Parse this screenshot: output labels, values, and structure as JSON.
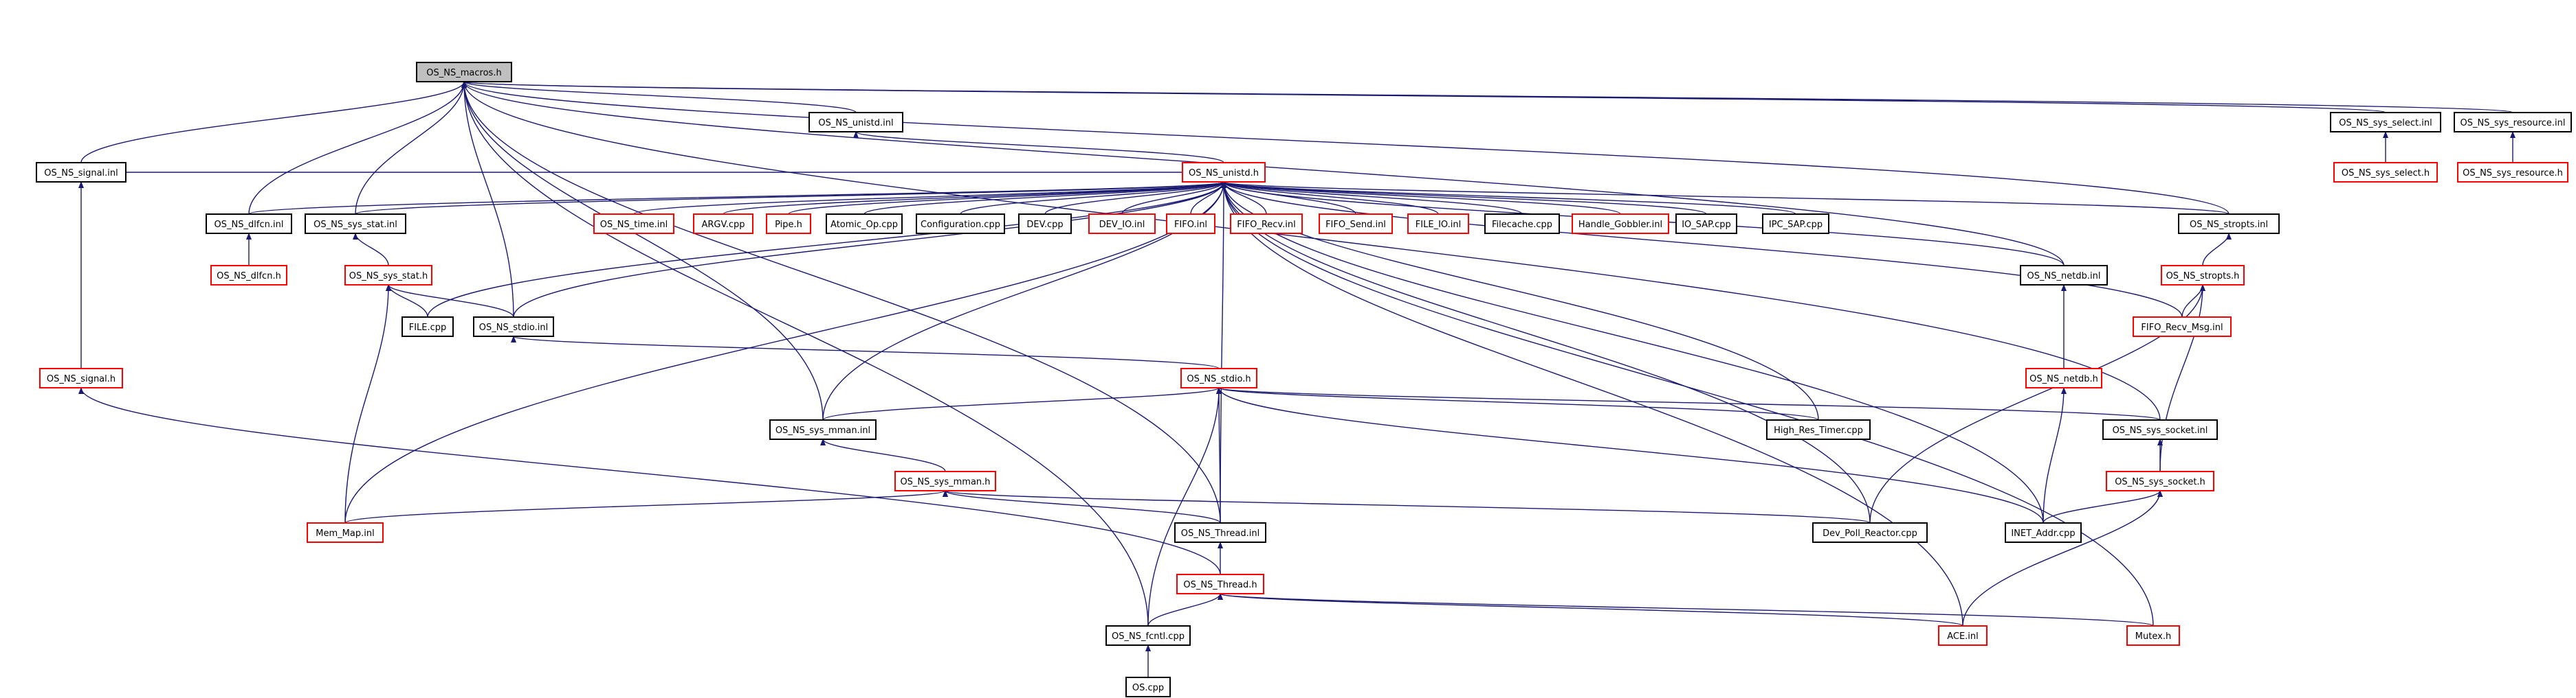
{
  "colors": {
    "edge": "#191970",
    "arrow": "#191970",
    "node_border_black": "#000000",
    "node_border_red": "#ff0000",
    "root_fill": "#bfbfbf",
    "node_fill": "#ffffff"
  },
  "nodes": [
    {
      "id": "macros",
      "label": "OS_NS_macros.h",
      "border": "black",
      "highlight": true
    },
    {
      "id": "unistd_inl_top",
      "label": "OS_NS_unistd.inl",
      "border": "black"
    },
    {
      "id": "sys_select_inl",
      "label": "OS_NS_sys_select.inl",
      "border": "black"
    },
    {
      "id": "sys_resource_inl",
      "label": "OS_NS_sys_resource.inl",
      "border": "black"
    },
    {
      "id": "sys_select_h",
      "label": "OS_NS_sys_select.h",
      "border": "red"
    },
    {
      "id": "sys_resource_h",
      "label": "OS_NS_sys_resource.h",
      "border": "red"
    },
    {
      "id": "signal_inl",
      "label": "OS_NS_signal.inl",
      "border": "black"
    },
    {
      "id": "unistd_h",
      "label": "OS_NS_unistd.h",
      "border": "red"
    },
    {
      "id": "dlfcn_inl",
      "label": "OS_NS_dlfcn.inl",
      "border": "black"
    },
    {
      "id": "sys_stat_inl",
      "label": "OS_NS_sys_stat.inl",
      "border": "black"
    },
    {
      "id": "time_inl",
      "label": "OS_NS_time.inl",
      "border": "red"
    },
    {
      "id": "argv",
      "label": "ARGV.cpp",
      "border": "red"
    },
    {
      "id": "pipe",
      "label": "Pipe.h",
      "border": "red"
    },
    {
      "id": "atomic",
      "label": "Atomic_Op.cpp",
      "border": "black"
    },
    {
      "id": "config",
      "label": "Configuration.cpp",
      "border": "black"
    },
    {
      "id": "dev",
      "label": "DEV.cpp",
      "border": "black"
    },
    {
      "id": "dev_io",
      "label": "DEV_IO.inl",
      "border": "red"
    },
    {
      "id": "fifo",
      "label": "FIFO.inl",
      "border": "red"
    },
    {
      "id": "fifo_recv",
      "label": "FIFO_Recv.inl",
      "border": "red"
    },
    {
      "id": "fifo_send",
      "label": "FIFO_Send.inl",
      "border": "red"
    },
    {
      "id": "file_io",
      "label": "FILE_IO.inl",
      "border": "red"
    },
    {
      "id": "filecache",
      "label": "Filecache.cpp",
      "border": "black"
    },
    {
      "id": "handle_gobbler",
      "label": "Handle_Gobbler.inl",
      "border": "red"
    },
    {
      "id": "io_sap",
      "label": "IO_SAP.cpp",
      "border": "black"
    },
    {
      "id": "ipc_sap",
      "label": "IPC_SAP.cpp",
      "border": "black"
    },
    {
      "id": "stropts_inl",
      "label": "OS_NS_stropts.inl",
      "border": "black"
    },
    {
      "id": "dlfcn_h",
      "label": "OS_NS_dlfcn.h",
      "border": "red"
    },
    {
      "id": "sys_stat_h",
      "label": "OS_NS_sys_stat.h",
      "border": "red"
    },
    {
      "id": "netdb_inl",
      "label": "OS_NS_netdb.inl",
      "border": "black"
    },
    {
      "id": "stropts_h",
      "label": "OS_NS_stropts.h",
      "border": "red"
    },
    {
      "id": "file_cpp",
      "label": "FILE.cpp",
      "border": "black"
    },
    {
      "id": "stdio_inl",
      "label": "OS_NS_stdio.inl",
      "border": "black"
    },
    {
      "id": "fifo_recv_msg",
      "label": "FIFO_Recv_Msg.inl",
      "border": "red"
    },
    {
      "id": "signal_h",
      "label": "OS_NS_signal.h",
      "border": "red"
    },
    {
      "id": "stdio_h",
      "label": "OS_NS_stdio.h",
      "border": "red"
    },
    {
      "id": "netdb_h",
      "label": "OS_NS_netdb.h",
      "border": "red"
    },
    {
      "id": "sys_mman_inl",
      "label": "OS_NS_sys_mman.inl",
      "border": "black"
    },
    {
      "id": "high_res",
      "label": "High_Res_Timer.cpp",
      "border": "black"
    },
    {
      "id": "sys_socket_inl",
      "label": "OS_NS_sys_socket.inl",
      "border": "black"
    },
    {
      "id": "sys_mman_h",
      "label": "OS_NS_sys_mman.h",
      "border": "red"
    },
    {
      "id": "sys_socket_h",
      "label": "OS_NS_sys_socket.h",
      "border": "red"
    },
    {
      "id": "mem_map",
      "label": "Mem_Map.inl",
      "border": "red"
    },
    {
      "id": "thread_inl",
      "label": "OS_NS_Thread.inl",
      "border": "black"
    },
    {
      "id": "dev_poll",
      "label": "Dev_Poll_Reactor.cpp",
      "border": "black"
    },
    {
      "id": "inet_addr",
      "label": "INET_Addr.cpp",
      "border": "black"
    },
    {
      "id": "thread_h",
      "label": "OS_NS_Thread.h",
      "border": "red"
    },
    {
      "id": "fcntl_cpp",
      "label": "OS_NS_fcntl.cpp",
      "border": "black"
    },
    {
      "id": "ace_inl",
      "label": "ACE.inl",
      "border": "red"
    },
    {
      "id": "mutex_h",
      "label": "Mutex.h",
      "border": "red"
    },
    {
      "id": "os_cpp",
      "label": "OS.cpp",
      "border": "black"
    }
  ],
  "edges": [
    [
      "unistd_inl_top",
      "macros"
    ],
    [
      "sys_select_inl",
      "macros"
    ],
    [
      "sys_resource_inl",
      "macros"
    ],
    [
      "signal_inl",
      "macros"
    ],
    [
      "dlfcn_inl",
      "macros"
    ],
    [
      "sys_stat_inl",
      "macros"
    ],
    [
      "stdio_inl",
      "macros"
    ],
    [
      "sys_mman_inl",
      "macros"
    ],
    [
      "thread_inl",
      "macros"
    ],
    [
      "fcntl_cpp",
      "macros"
    ],
    [
      "stropts_inl",
      "macros"
    ],
    [
      "netdb_inl",
      "macros"
    ],
    [
      "sys_socket_inl",
      "macros"
    ],
    [
      "unistd_h",
      "unistd_inl_top"
    ],
    [
      "sys_select_h",
      "sys_select_inl"
    ],
    [
      "sys_resource_h",
      "sys_resource_inl"
    ],
    [
      "signal_h",
      "signal_inl"
    ],
    [
      "dlfcn_h",
      "dlfcn_inl"
    ],
    [
      "sys_stat_h",
      "sys_stat_inl"
    ],
    [
      "time_inl",
      "unistd_h"
    ],
    [
      "argv",
      "unistd_h"
    ],
    [
      "pipe",
      "unistd_h"
    ],
    [
      "atomic",
      "unistd_h"
    ],
    [
      "config",
      "unistd_h"
    ],
    [
      "dev",
      "unistd_h"
    ],
    [
      "dev_io",
      "unistd_h"
    ],
    [
      "fifo",
      "unistd_h"
    ],
    [
      "fifo_recv",
      "unistd_h"
    ],
    [
      "fifo_send",
      "unistd_h"
    ],
    [
      "file_io",
      "unistd_h"
    ],
    [
      "filecache",
      "unistd_h"
    ],
    [
      "handle_gobbler",
      "unistd_h"
    ],
    [
      "io_sap",
      "unistd_h"
    ],
    [
      "ipc_sap",
      "unistd_h"
    ],
    [
      "stropts_inl",
      "unistd_h"
    ],
    [
      "dlfcn_inl",
      "unistd_h"
    ],
    [
      "sys_stat_inl",
      "unistd_h"
    ],
    [
      "signal_inl",
      "unistd_h"
    ],
    [
      "file_cpp",
      "unistd_h"
    ],
    [
      "stdio_inl",
      "unistd_h"
    ],
    [
      "mem_map",
      "unistd_h"
    ],
    [
      "sys_mman_inl",
      "unistd_h"
    ],
    [
      "high_res",
      "unistd_h"
    ],
    [
      "thread_inl",
      "unistd_h"
    ],
    [
      "dev_poll",
      "unistd_h"
    ],
    [
      "ace_inl",
      "unistd_h"
    ],
    [
      "inet_addr",
      "unistd_h"
    ],
    [
      "fifo_recv_msg",
      "unistd_h"
    ],
    [
      "mutex_h",
      "unistd_h"
    ],
    [
      "netdb_inl",
      "unistd_h"
    ],
    [
      "stropts_h",
      "stropts_inl"
    ],
    [
      "fifo_recv_msg",
      "stropts_h"
    ],
    [
      "dev_poll",
      "stropts_h"
    ],
    [
      "sys_socket_h",
      "stropts_h"
    ],
    [
      "netdb_h",
      "netdb_inl"
    ],
    [
      "inet_addr",
      "netdb_h"
    ],
    [
      "file_cpp",
      "sys_stat_h"
    ],
    [
      "stdio_inl",
      "sys_stat_h"
    ],
    [
      "mem_map",
      "sys_stat_h"
    ],
    [
      "stdio_h",
      "stdio_inl"
    ],
    [
      "sys_mman_inl",
      "stdio_h"
    ],
    [
      "high_res",
      "stdio_h"
    ],
    [
      "sys_socket_inl",
      "stdio_h"
    ],
    [
      "thread_inl",
      "stdio_h"
    ],
    [
      "inet_addr",
      "stdio_h"
    ],
    [
      "fcntl_cpp",
      "stdio_h"
    ],
    [
      "sys_mman_h",
      "sys_mman_inl"
    ],
    [
      "mem_map",
      "sys_mman_h"
    ],
    [
      "thread_inl",
      "sys_mman_h"
    ],
    [
      "dev_poll",
      "sys_mman_h"
    ],
    [
      "sys_socket_h",
      "sys_socket_inl"
    ],
    [
      "inet_addr",
      "sys_socket_h"
    ],
    [
      "ace_inl",
      "sys_socket_h"
    ],
    [
      "thread_h",
      "thread_inl"
    ],
    [
      "thread_h",
      "signal_h"
    ],
    [
      "fcntl_cpp",
      "thread_h"
    ],
    [
      "ace_inl",
      "thread_h"
    ],
    [
      "mutex_h",
      "thread_h"
    ],
    [
      "os_cpp",
      "fcntl_cpp"
    ]
  ]
}
